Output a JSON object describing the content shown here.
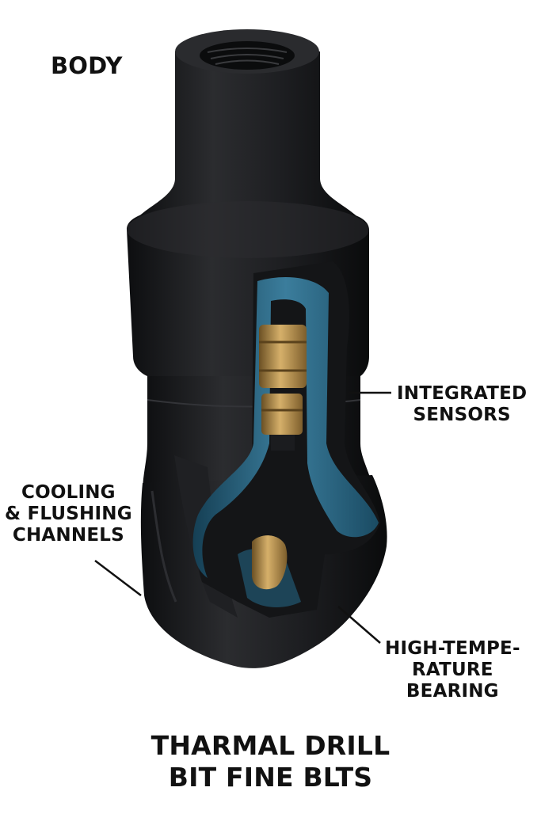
{
  "labels": {
    "body": "BODY",
    "integrated_sensors": "INTEGRATED\nSENSORS",
    "cooling_channels": "COOLING\n& FLUSHING\nCHANNELS",
    "bearing": "HIGH-TEMPE-\nRATURE\nBEARING"
  },
  "title": "THARMAL DRILL\nBIT FINE BLTS",
  "colors": {
    "body": "#1c1d1f",
    "internal_blue": "#2e6a87",
    "brass": "#b08a45",
    "leader_line": "#111111"
  }
}
